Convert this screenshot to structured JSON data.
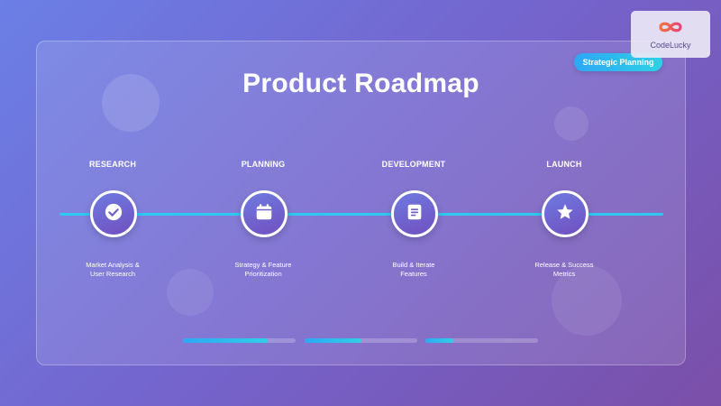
{
  "header": {
    "title": "Product Roadmap",
    "badge": "Strategic Planning"
  },
  "logo": {
    "text": "CodeLucky",
    "icon": "infinity-logo-icon"
  },
  "stages": [
    {
      "title": "RESEARCH",
      "icon": "check-circle-icon",
      "desc_lines": [
        "Market Analysis &",
        "User Research"
      ]
    },
    {
      "title": "PLANNING",
      "icon": "calendar-icon",
      "desc_lines": [
        "Strategy & Feature",
        "Prioritization"
      ]
    },
    {
      "title": "DEVELOPMENT",
      "icon": "document-icon",
      "desc_lines": [
        "Build & Iterate",
        "Features"
      ]
    },
    {
      "title": "LAUNCH",
      "icon": "star-icon",
      "desc_lines": [
        "Release & Success",
        "Metrics"
      ]
    }
  ],
  "progress": [
    0.75,
    0.5,
    0.25
  ],
  "colors": {
    "accent": "#2ec8f0",
    "badge_gradient": [
      "#2ea7f5",
      "#2fd0e6"
    ]
  }
}
